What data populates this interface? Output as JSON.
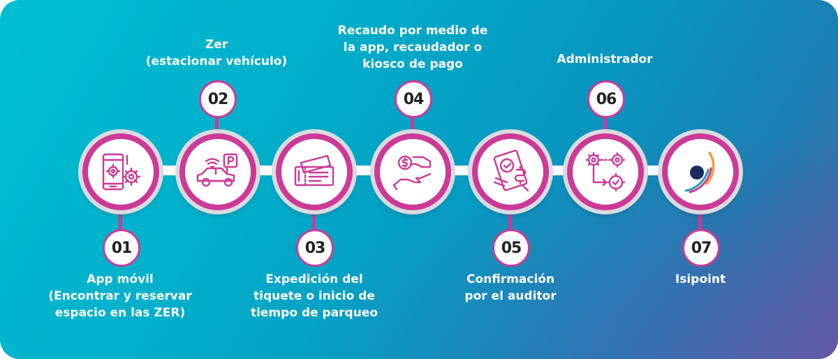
{
  "steps": [
    {
      "number": "01",
      "lines": [
        "App móvil",
        "(Encontrar y reservar",
        "espacio en las ZER)"
      ],
      "icon": "phone-gears-icon"
    },
    {
      "number": "02",
      "lines": [
        "Zer",
        "(estacionar vehículo)"
      ],
      "icon": "car-parking-icon"
    },
    {
      "number": "03",
      "lines": [
        "Expedición del",
        "tiquete o inicio de",
        "tiempo de parqueo"
      ],
      "icon": "ticket-icon"
    },
    {
      "number": "04",
      "lines": [
        "Recaudo por medio de",
        "la app, recaudador o",
        "kiosco de pago"
      ],
      "icon": "hand-coin-payment-icon"
    },
    {
      "number": "05",
      "lines": [
        "Confirmación",
        "por el auditor"
      ],
      "icon": "check-receipt-icon"
    },
    {
      "number": "06",
      "lines": [
        "Administrador"
      ],
      "icon": "gears-workflow-icon"
    },
    {
      "number": "07",
      "lines": [
        "Isipoint"
      ],
      "icon": "isipoint-logo-icon"
    }
  ],
  "colors": {
    "accent": "#cc3a96",
    "background_start": "#00bfd2",
    "background_end": "#5563a6",
    "node_ring": "#d9dbe0"
  }
}
